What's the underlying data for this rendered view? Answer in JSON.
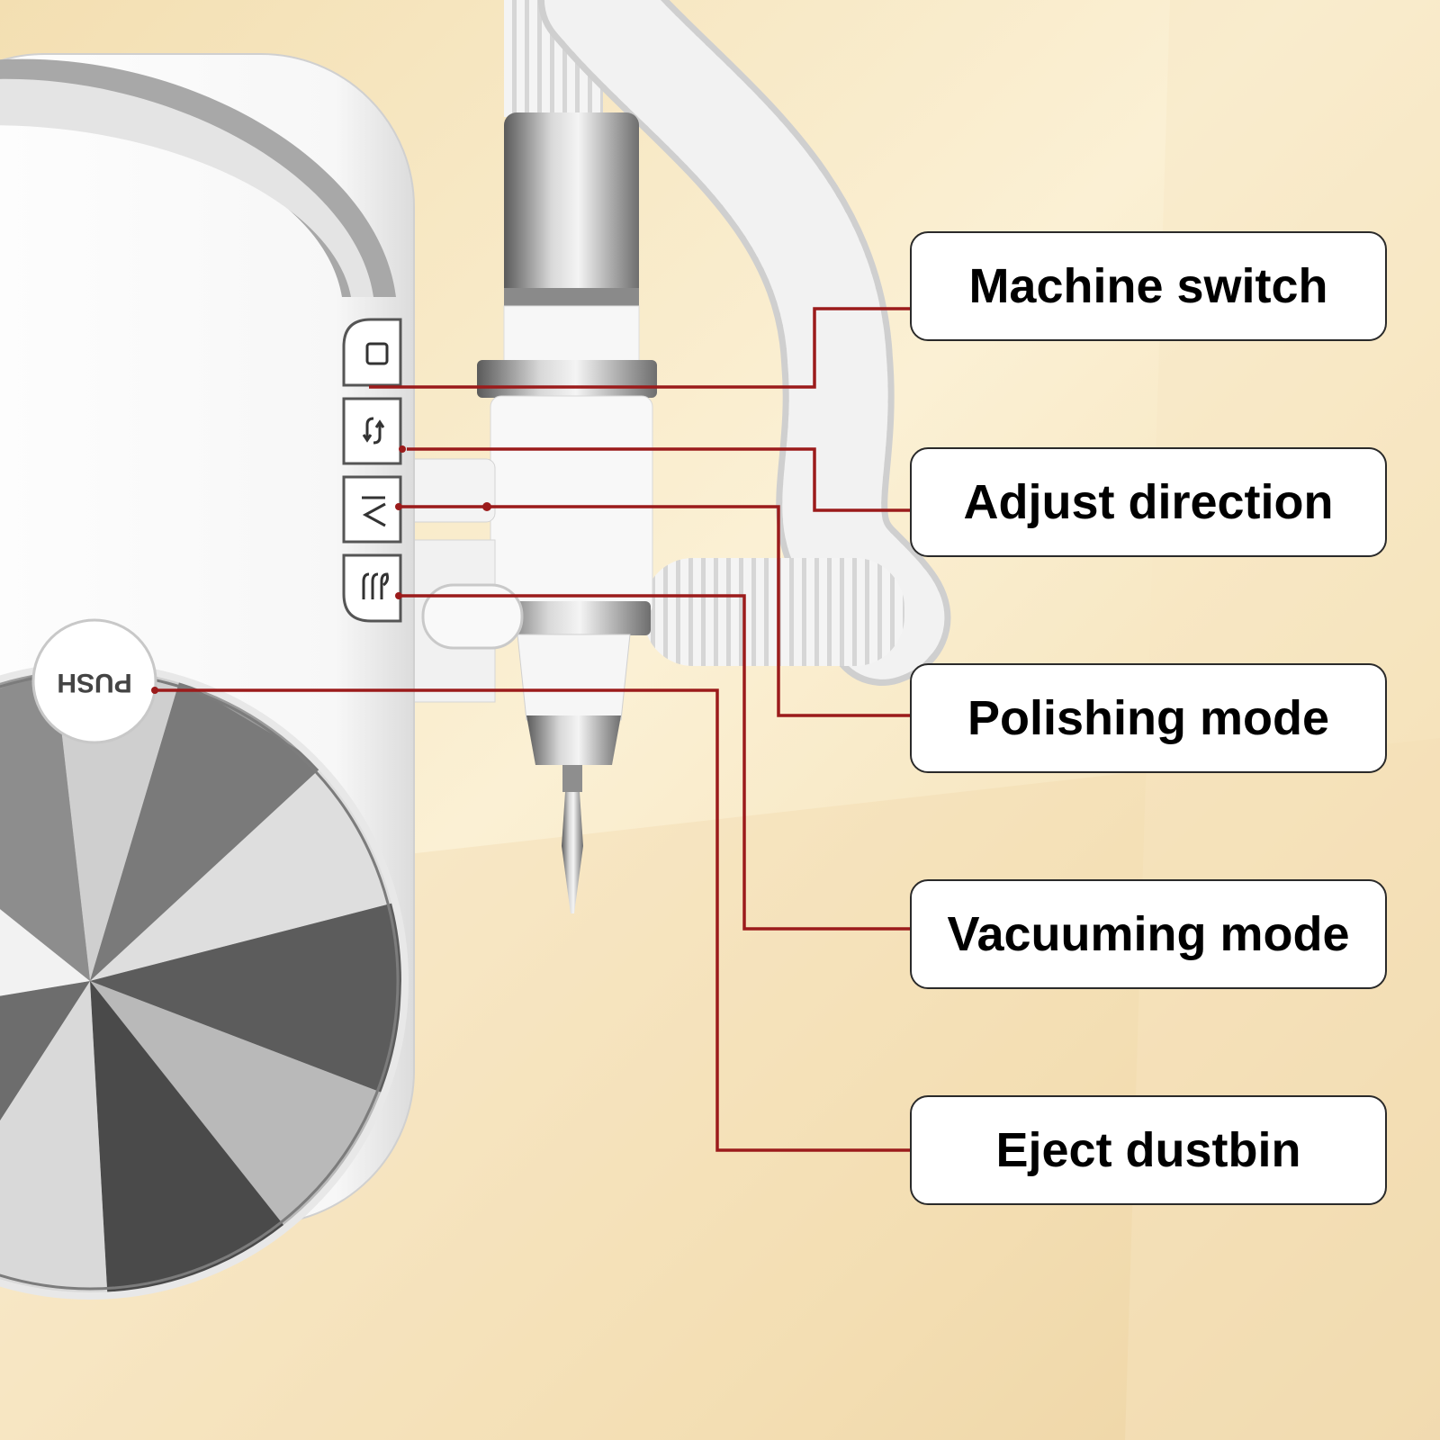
{
  "push_button": {
    "label": "PUSH"
  },
  "control_buttons": [
    {
      "icon": "square-icon",
      "function": "power"
    },
    {
      "icon": "rotate-arrows-icon",
      "function": "direction"
    },
    {
      "icon": "polish-icon",
      "function": "polish"
    },
    {
      "icon": "airflow-icon",
      "function": "vacuum"
    }
  ],
  "callouts": [
    {
      "label": "Machine switch"
    },
    {
      "label": "Adjust direction"
    },
    {
      "label": "Polishing mode"
    },
    {
      "label": "Vacuuming mode"
    },
    {
      "label": "Eject dustbin"
    }
  ],
  "colors": {
    "background_light": "#fbefd2",
    "background_warm": "#f2d9a6",
    "leader_line": "#9b1b1b",
    "device_body": "#ffffff",
    "chrome": "#9a9a9a"
  }
}
